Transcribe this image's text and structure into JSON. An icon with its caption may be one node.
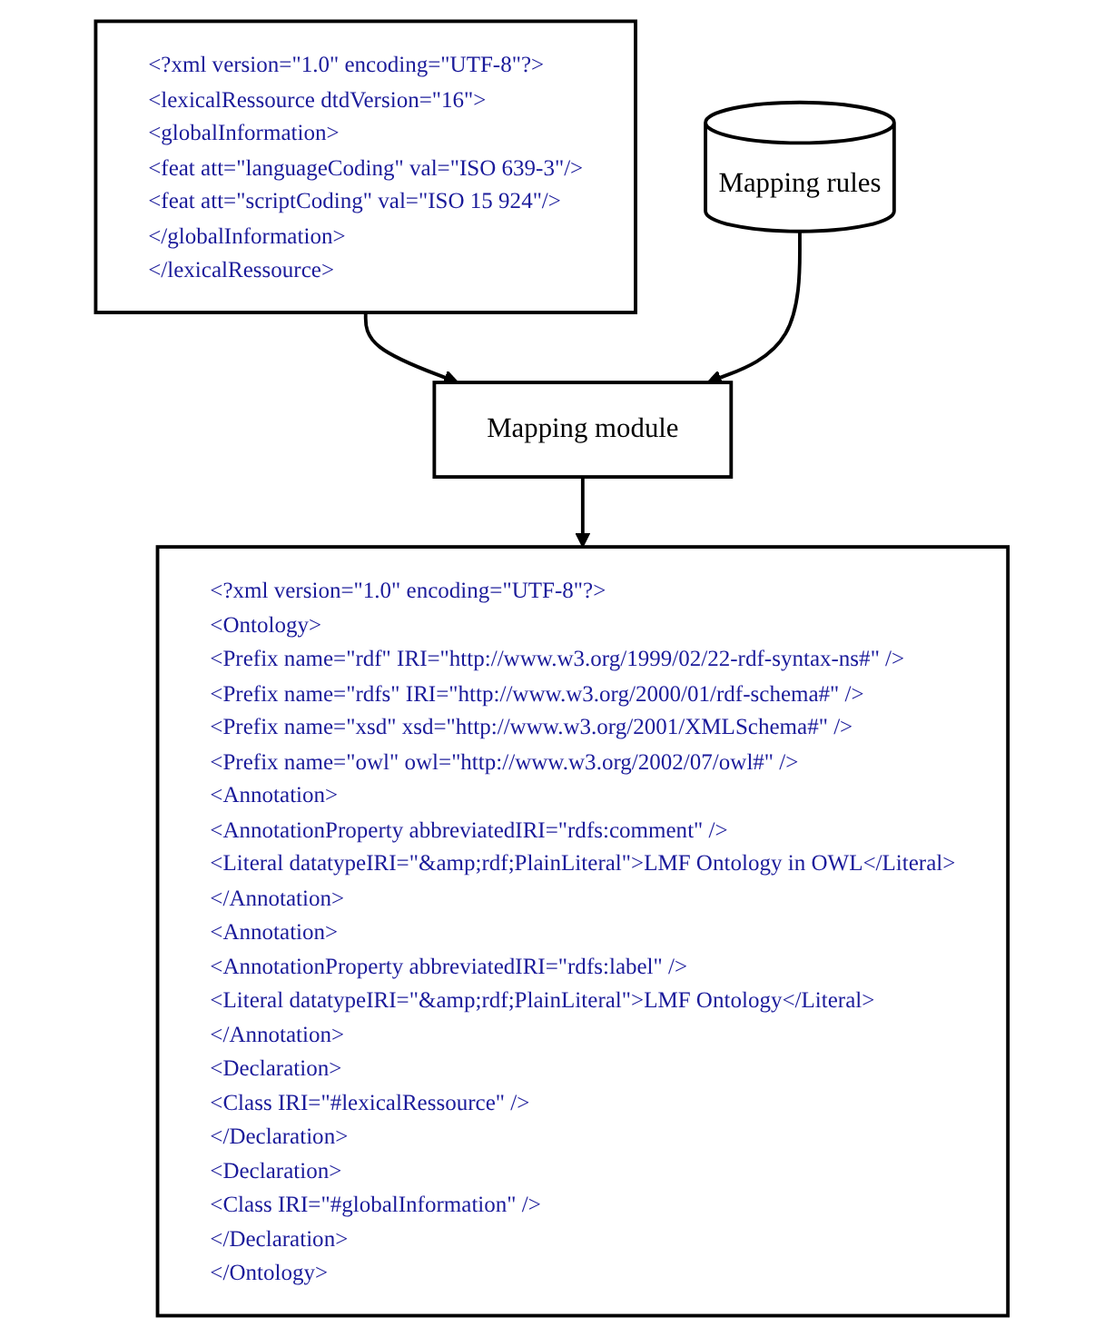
{
  "diagram": {
    "nodes": [
      {
        "text": [
          "<?xml version=\"1.0\" encoding=\"UTF-8\"?>",
          "<lexicalRessource dtdVersion=\"16\">",
          "<globalInformation>",
          "<feat att=\"languageCoding\" val=\"ISO 639-3\"/>",
          "<feat att=\"scriptCoding\" val=\"ISO 15 924\"/>",
          "</globalInformation>",
          "</lexicalRessource>"
        ]
      },
      {
        "text": [
          "Mapping module"
        ]
      },
      {
        "text": [
          "Mapping rules"
        ]
      },
      {
        "text": [
          "<?xml version=\"1.0\" encoding=\"UTF-8\"?>",
          "<Ontology>",
          "<Prefix name=\"rdf\" IRI=\"http://www.w3.org/1999/02/22-rdf-syntax-ns#\" />",
          "<Prefix name=\"rdfs\" IRI=\"http://www.w3.org/2000/01/rdf-schema#\" />",
          "<Prefix name=\"xsd\" xsd=\"http://www.w3.org/2001/XMLSchema#\" />",
          "<Prefix name=\"owl\" owl=\"http://www.w3.org/2002/07/owl#\" />",
          "<Annotation>",
          "<AnnotationProperty abbreviatedIRI=\"rdfs:comment\" />",
          "<Literal datatypeIRI=\"&amp;rdf;PlainLiteral\">LMF Ontology in OWL</Literal>",
          "</Annotation>",
          "<Annotation>",
          "<AnnotationProperty abbreviatedIRI=\"rdfs:label\" />",
          "<Literal datatypeIRI=\"&amp;rdf;PlainLiteral\">LMF Ontology</Literal>",
          "</Annotation>",
          "<Declaration>",
          "<Class IRI=\"#lexicalRessource\" />",
          "</Declaration>",
          "<Declaration>",
          "<Class IRI=\"#globalInformation\" />",
          "</Declaration>",
          "</Ontology>"
        ]
      }
    ],
    "edges": [
      {
        "from": 0,
        "to": 1,
        "arrow": "to"
      },
      {
        "from": 2,
        "to": 1,
        "arrow": "to"
      },
      {
        "from": 1,
        "to": 3,
        "arrow": "to"
      }
    ]
  }
}
